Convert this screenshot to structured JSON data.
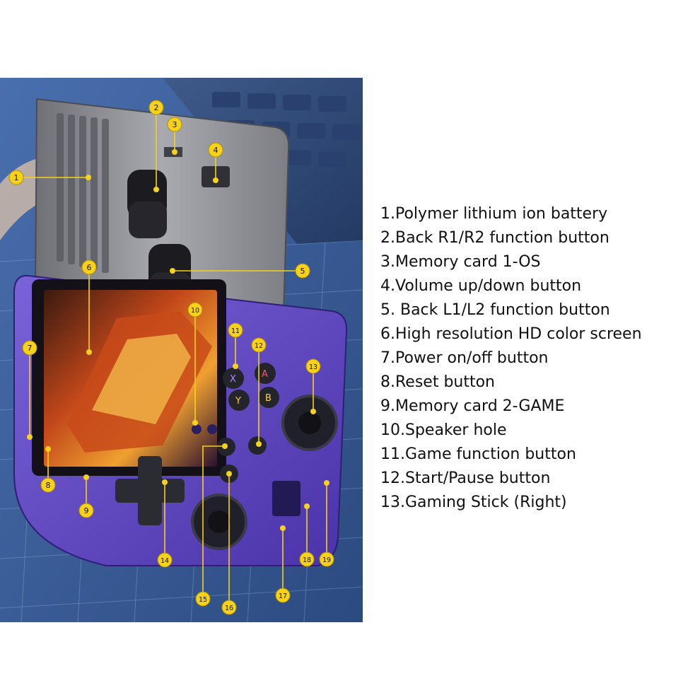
{
  "callout_numbers": [
    "1",
    "2",
    "3",
    "4",
    "5",
    "6",
    "7",
    "8",
    "9",
    "10",
    "11",
    "12",
    "13",
    "14",
    "15",
    "16",
    "17",
    "18",
    "19"
  ],
  "face_button_letters": {
    "x": "X",
    "y": "Y",
    "a": "A",
    "b": "B"
  },
  "legend": [
    "1.Polymer lithium ion battery",
    "2.Back R1/R2 function button",
    "3.Memory card 1-OS",
    "4.Volume up/down button",
    "5. Back L1/L2 function button",
    "6.High resolution HD color screen",
    "7.Power on/off button",
    "8.Reset button",
    "9.Memory card 2-GAME",
    "10.Speaker hole",
    "11.Game function button",
    "12.Start/Pause button",
    "13.Gaming Stick (Right)"
  ],
  "colors": {
    "callout_fill": "#f6d21a",
    "callout_line": "#f6d21a",
    "shell_purple": "#5a3fc0",
    "back_shell_gray": "#8a8a8e",
    "mat_blue": "#3d5f9e"
  }
}
